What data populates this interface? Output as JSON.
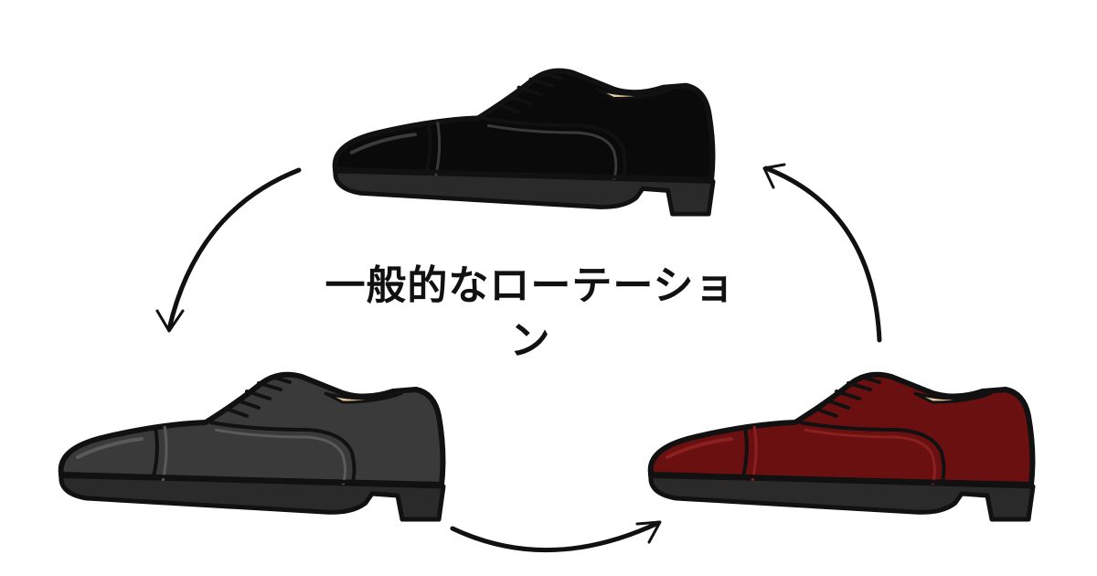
{
  "diagram": {
    "title": "一般的なローテーション",
    "items": [
      {
        "id": "top",
        "icon": "black-oxford-shoe-icon",
        "color": "#0a0a0a"
      },
      {
        "id": "left",
        "icon": "dark-gray-oxford-shoe-icon",
        "color": "#3a3a3a"
      },
      {
        "id": "right",
        "icon": "burgundy-oxford-shoe-icon",
        "color": "#6b1010"
      }
    ],
    "colors": {
      "outline": "#111111",
      "sole": "#2a2a2a",
      "lining": "#e8c9a0",
      "arrow": "#111111"
    }
  }
}
